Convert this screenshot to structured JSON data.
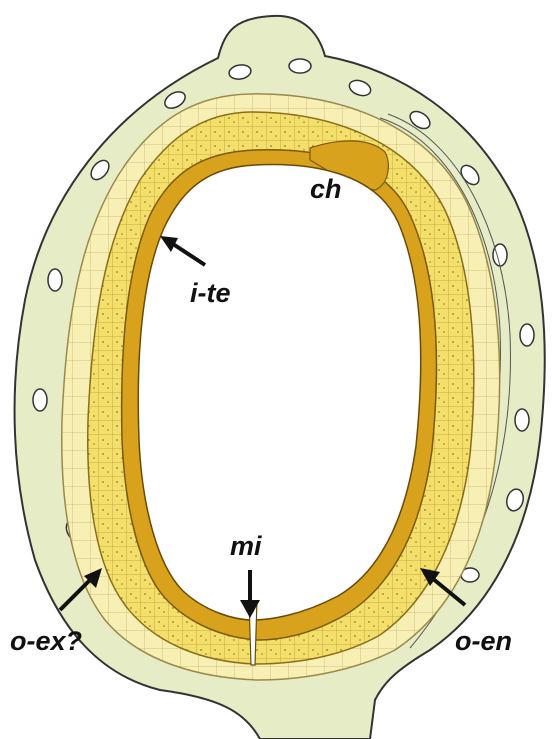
{
  "labels": {
    "ch": "ch",
    "i_te": "i-te",
    "mi": "mi",
    "o_ex": "o-ex?",
    "o_en": "o-en"
  },
  "colors": {
    "background": "#ffffff",
    "outer_tissue": "#e6ecc6",
    "outer_tissue_line": "#333333",
    "pale_cell_layer": "#f8efb4",
    "cell_layer": "#f3df6a",
    "tegmen_band": "#d9a21c",
    "inner_cavity": "#ffffff",
    "label": "#111111"
  }
}
